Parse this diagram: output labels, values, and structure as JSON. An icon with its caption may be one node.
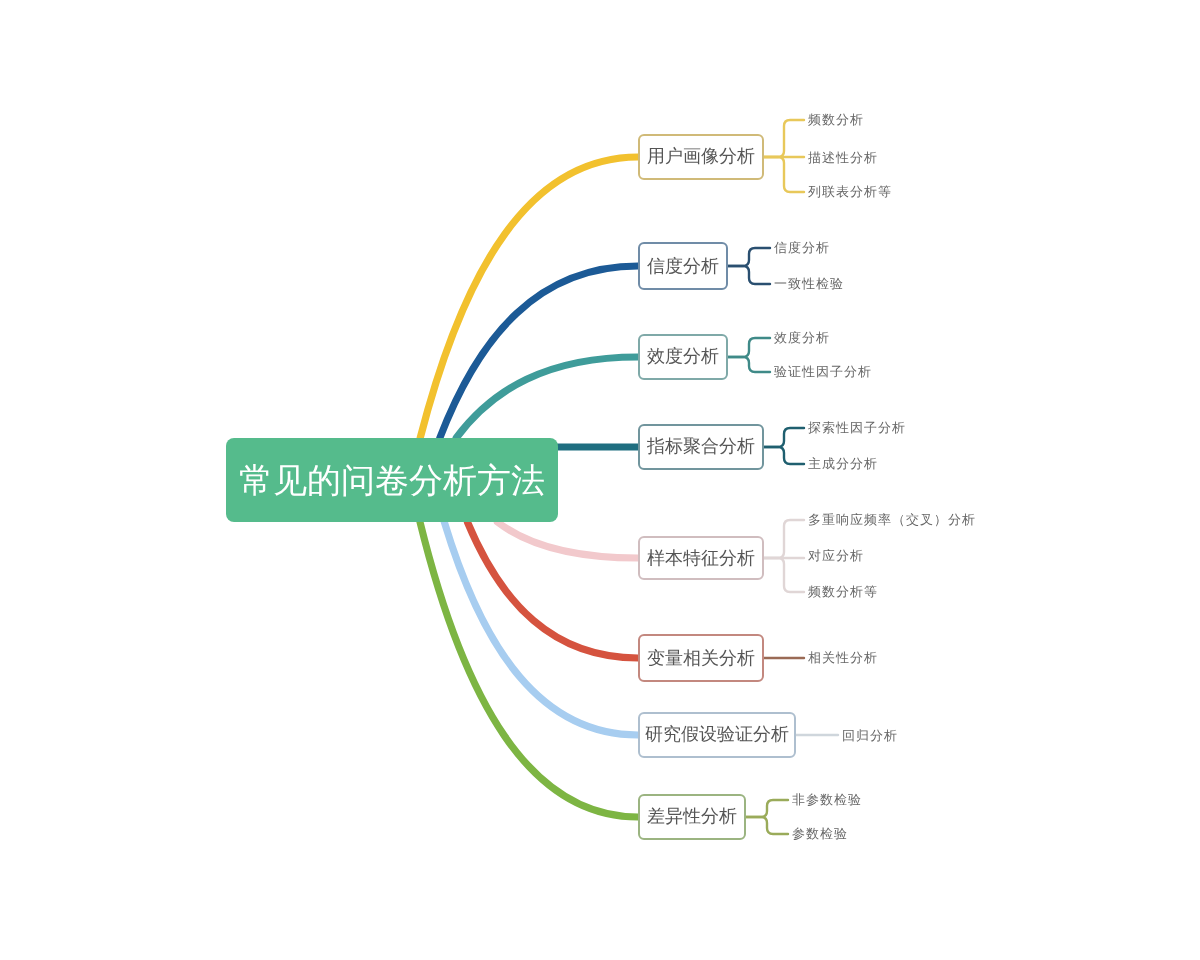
{
  "diagram": {
    "nodes": [
      {
        "text": [
          "常见的问卷分析方法"
        ]
      },
      {
        "text": [
          "用户画像分析"
        ]
      },
      {
        "text": [
          "频数分析"
        ]
      },
      {
        "text": [
          "描述性分析"
        ]
      },
      {
        "text": [
          "列联表分析等"
        ]
      },
      {
        "text": [
          "信度分析"
        ]
      },
      {
        "text": [
          "信度分析"
        ]
      },
      {
        "text": [
          "一致性检验"
        ]
      },
      {
        "text": [
          "效度分析"
        ]
      },
      {
        "text": [
          "效度分析"
        ]
      },
      {
        "text": [
          "验证性因子分析"
        ]
      },
      {
        "text": [
          "指标聚合分析"
        ]
      },
      {
        "text": [
          "探索性因子分析"
        ]
      },
      {
        "text": [
          "主成分分析"
        ]
      },
      {
        "text": [
          "样本特征分析"
        ]
      },
      {
        "text": [
          "多重响应频率（交叉）分析"
        ]
      },
      {
        "text": [
          "对应分析"
        ]
      },
      {
        "text": [
          "频数分析等"
        ]
      },
      {
        "text": [
          "变量相关分析"
        ]
      },
      {
        "text": [
          "相关性分析"
        ]
      },
      {
        "text": [
          "研究假设验证分析"
        ]
      },
      {
        "text": [
          "回归分析"
        ]
      },
      {
        "text": [
          "差异性分析"
        ]
      },
      {
        "text": [
          "非参数检验"
        ]
      },
      {
        "text": [
          "参数检验"
        ]
      }
    ],
    "edges": [
      {
        "from": 0,
        "to": 1,
        "arrow": "none",
        "style": "thick",
        "color": "#f2c12e"
      },
      {
        "from": 0,
        "to": 5,
        "arrow": "none",
        "style": "thick",
        "color": "#1c5a96"
      },
      {
        "from": 0,
        "to": 8,
        "arrow": "none",
        "style": "thick",
        "color": "#3f9c9a"
      },
      {
        "from": 0,
        "to": 11,
        "arrow": "none",
        "style": "thick",
        "color": "#1f6e80"
      },
      {
        "from": 0,
        "to": 14,
        "arrow": "none",
        "style": "thick",
        "color": "#f2c9cc"
      },
      {
        "from": 0,
        "to": 18,
        "arrow": "none",
        "style": "thick",
        "color": "#d5533f"
      },
      {
        "from": 0,
        "to": 20,
        "arrow": "none",
        "style": "thick",
        "color": "#a7cdf0"
      },
      {
        "from": 0,
        "to": 22,
        "arrow": "none",
        "style": "thick",
        "color": "#7db543"
      },
      {
        "from": 1,
        "to": 2,
        "arrow": "none",
        "color": "#e8c85a"
      },
      {
        "from": 1,
        "to": 3,
        "arrow": "none",
        "color": "#e8c85a"
      },
      {
        "from": 1,
        "to": 4,
        "arrow": "none",
        "color": "#e8c85a"
      },
      {
        "from": 5,
        "to": 6,
        "arrow": "none",
        "color": "#2a4f70"
      },
      {
        "from": 5,
        "to": 7,
        "arrow": "none",
        "color": "#2a4f70"
      },
      {
        "from": 8,
        "to": 9,
        "arrow": "none",
        "color": "#3f8a88"
      },
      {
        "from": 8,
        "to": 10,
        "arrow": "none",
        "color": "#3f8a88"
      },
      {
        "from": 11,
        "to": 12,
        "arrow": "none",
        "color": "#1f5f6f"
      },
      {
        "from": 11,
        "to": 13,
        "arrow": "none",
        "color": "#1f5f6f"
      },
      {
        "from": 14,
        "to": 15,
        "arrow": "none",
        "color": "#e0d6d6"
      },
      {
        "from": 14,
        "to": 16,
        "arrow": "none",
        "color": "#e0d6d6"
      },
      {
        "from": 14,
        "to": 17,
        "arrow": "none",
        "color": "#e0d6d6"
      },
      {
        "from": 18,
        "to": 19,
        "arrow": "none",
        "color": "#9a6a55"
      },
      {
        "from": 20,
        "to": 21,
        "arrow": "none",
        "color": "#cfd6dc"
      },
      {
        "from": 22,
        "to": 23,
        "arrow": "none",
        "color": "#9aab5a"
      },
      {
        "from": 22,
        "to": 24,
        "arrow": "none",
        "color": "#9aab5a"
      }
    ]
  }
}
